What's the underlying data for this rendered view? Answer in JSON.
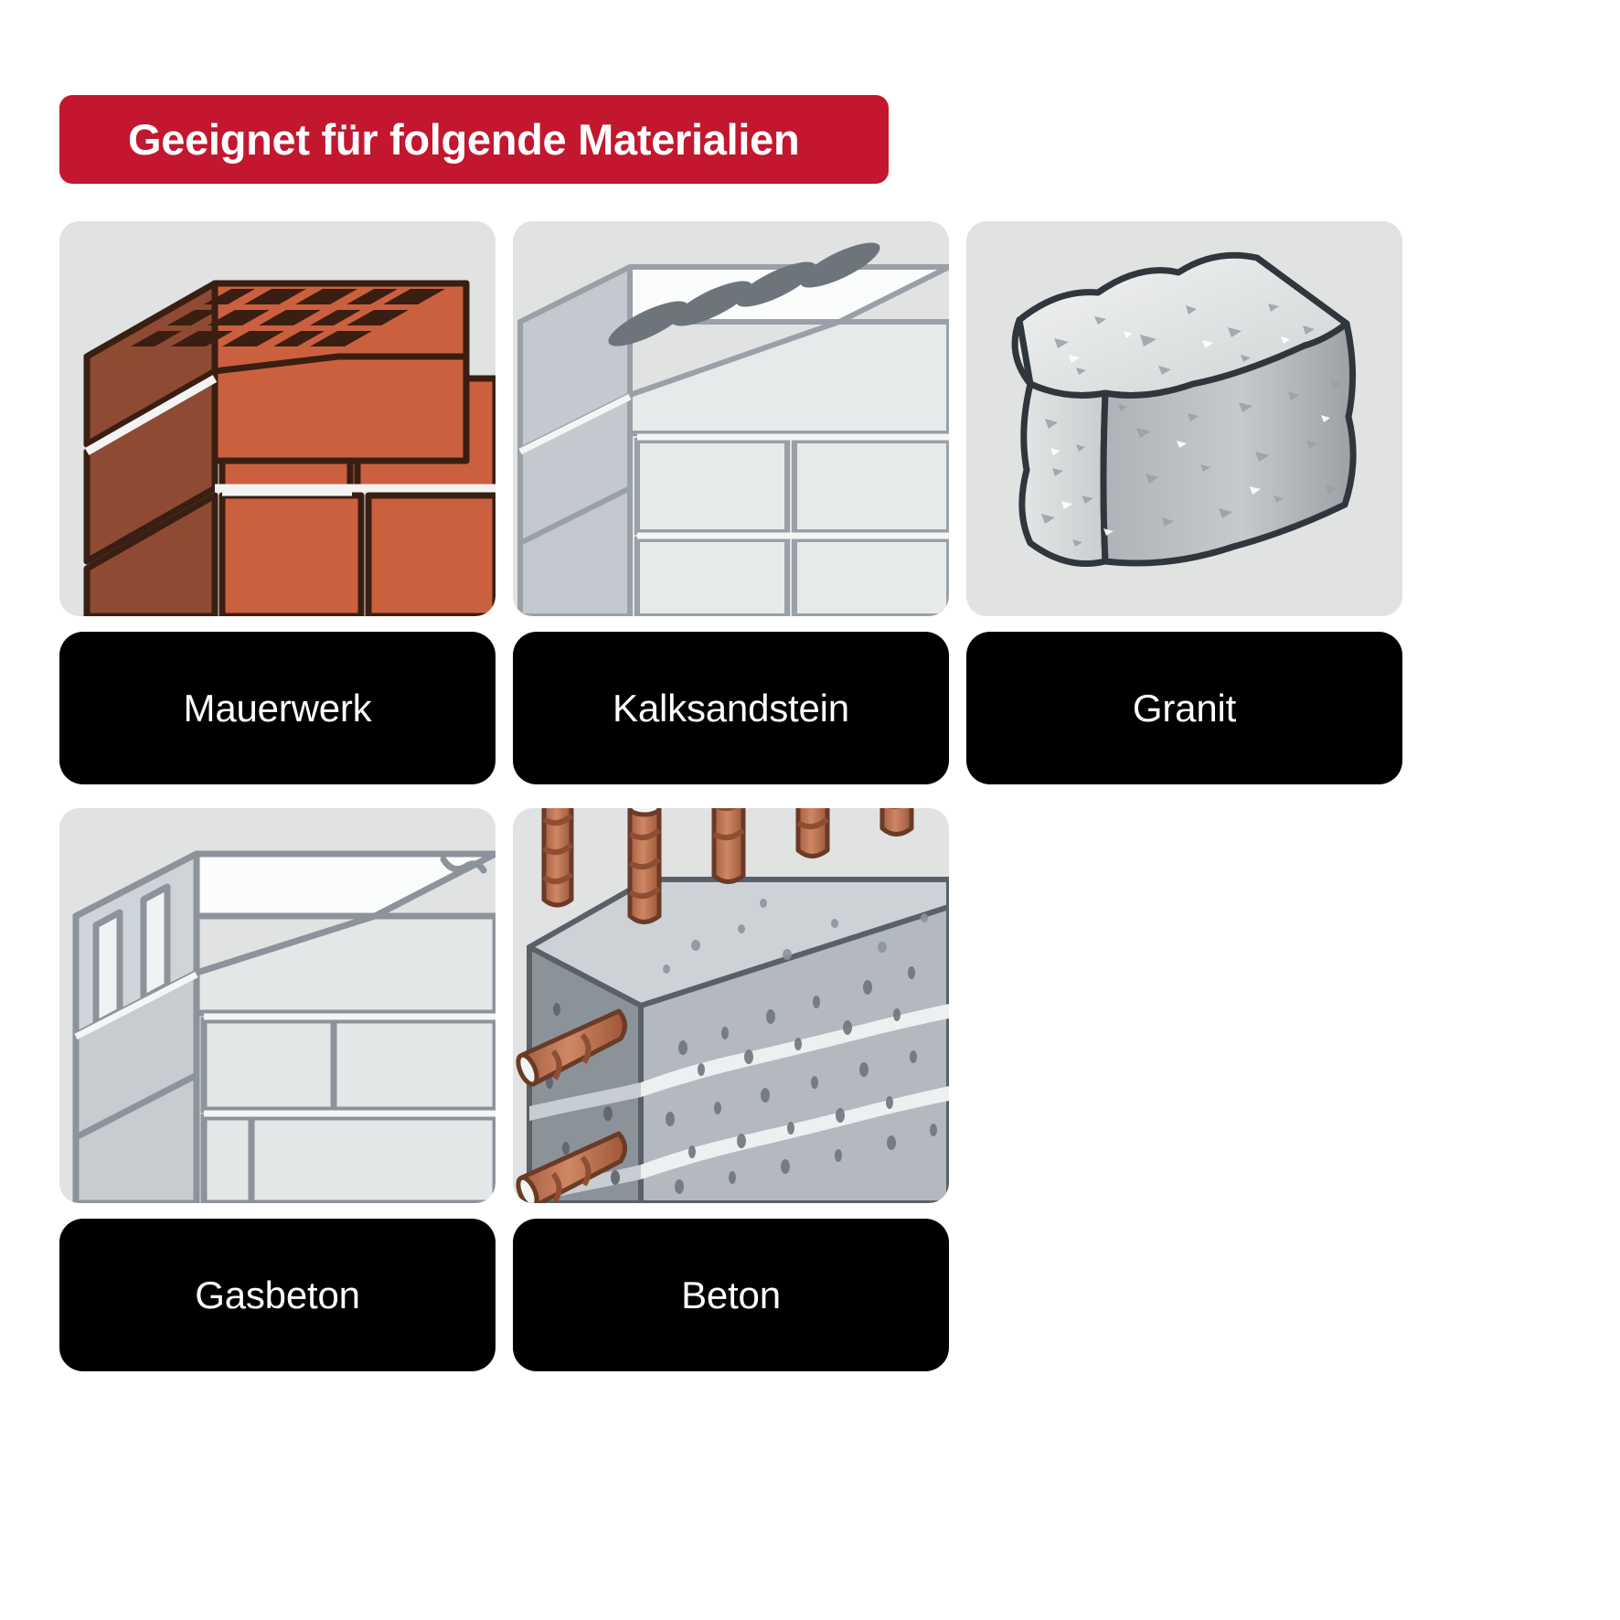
{
  "banner": {
    "title": "Geeignet für folgende Materialien",
    "background_color": "#c2172f",
    "text_color": "#ffffff"
  },
  "theme": {
    "tile_background": "#e1e2e2",
    "label_background": "#000000",
    "label_text_color": "#ffffff",
    "page_background": "#ffffff",
    "brick_face": "#cb603f",
    "brick_dark": "#8e4a32",
    "brick_outline": "#3a1e12",
    "brick_top": "#dc9272",
    "stone_light": "#e7eaea",
    "stone_mid": "#c4c9cf",
    "stone_outline": "#7a8089",
    "granite_light": "#dfe1e1",
    "granite_dark": "#a7acb0",
    "granite_outline": "#2f373d",
    "concrete_light": "#b3b9bf",
    "concrete_dark": "#8b9299",
    "rebar": "#c4795a",
    "rebar_dark": "#a45c3f"
  },
  "cards": [
    {
      "id": "mauerwerk",
      "label": "Mauerwerk",
      "icon": "brick-wall-illustration"
    },
    {
      "id": "kalksandstein",
      "label": "Kalksandstein",
      "icon": "lime-sandstone-block-illustration"
    },
    {
      "id": "granit",
      "label": "Granit",
      "icon": "granite-cube-illustration"
    },
    {
      "id": "gasbeton",
      "label": "Gasbeton",
      "icon": "aerated-concrete-block-illustration"
    },
    {
      "id": "beton",
      "label": "Beton",
      "icon": "reinforced-concrete-wall-illustration"
    }
  ]
}
